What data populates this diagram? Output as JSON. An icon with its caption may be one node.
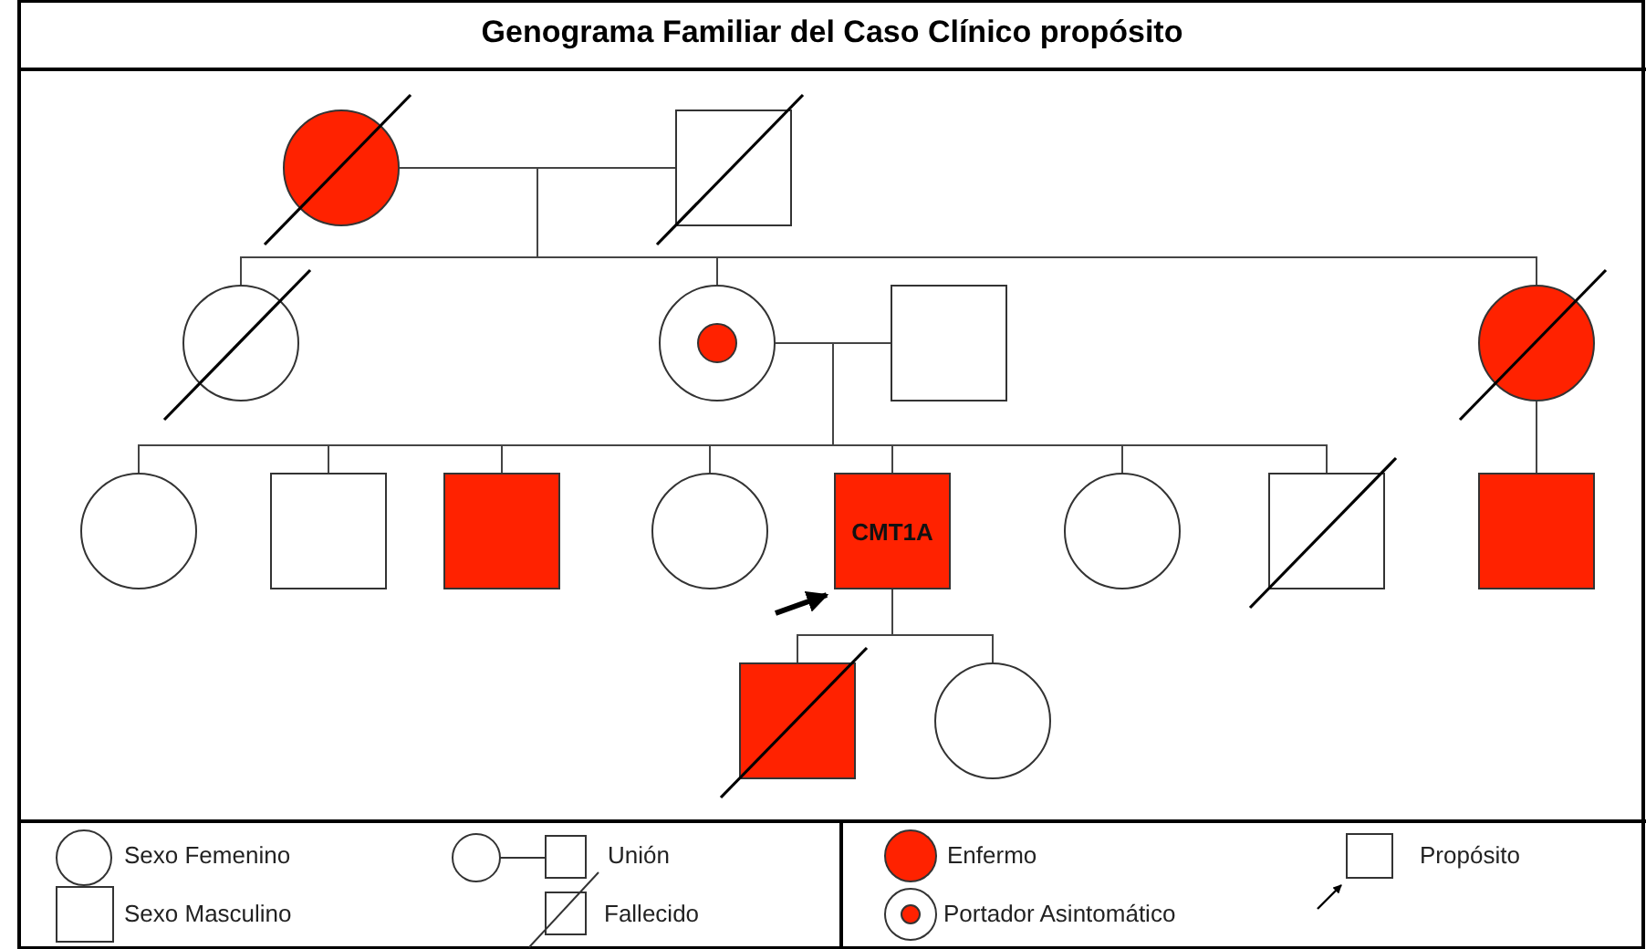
{
  "diagram": {
    "title": "Genograma Familiar del Caso Clínico propósito",
    "nodes": [
      {
        "text": [],
        "shape": "circle"
      },
      {
        "text": [],
        "shape": "box"
      },
      {
        "text": [],
        "shape": "circle"
      },
      {
        "text": [],
        "shape": "circle"
      },
      {
        "text": [],
        "shape": "box"
      },
      {
        "text": [],
        "shape": "circle"
      },
      {
        "text": [],
        "shape": "circle"
      },
      {
        "text": [],
        "shape": "box"
      },
      {
        "text": [],
        "shape": "box"
      },
      {
        "text": [],
        "shape": "circle"
      },
      {
        "text": [
          "CMT1A"
        ]
      },
      {
        "text": [],
        "shape": "circle"
      },
      {
        "text": [],
        "shape": "box"
      },
      {
        "text": [],
        "shape": "box"
      },
      {
        "text": [],
        "shape": "box"
      },
      {
        "text": [],
        "shape": "circle"
      }
    ],
    "edges": [
      {
        "from": 0,
        "to": 1,
        "arrow": "none"
      },
      {
        "from": 0,
        "to": 2,
        "arrow": "none"
      },
      {
        "from": 1,
        "to": 2,
        "arrow": "none"
      },
      {
        "from": 0,
        "to": 3,
        "arrow": "none"
      },
      {
        "from": 1,
        "to": 3,
        "arrow": "none"
      },
      {
        "from": 0,
        "to": 5,
        "arrow": "none"
      },
      {
        "from": 1,
        "to": 5,
        "arrow": "none"
      },
      {
        "from": 3,
        "to": 4,
        "arrow": "none"
      },
      {
        "from": 3,
        "to": 6,
        "arrow": "none"
      },
      {
        "from": 4,
        "to": 6,
        "arrow": "none"
      },
      {
        "from": 3,
        "to": 7,
        "arrow": "none"
      },
      {
        "from": 4,
        "to": 7,
        "arrow": "none"
      },
      {
        "from": 3,
        "to": 8,
        "arrow": "none"
      },
      {
        "from": 4,
        "to": 8,
        "arrow": "none"
      },
      {
        "from": 3,
        "to": 9,
        "arrow": "none"
      },
      {
        "from": 4,
        "to": 9,
        "arrow": "none"
      },
      {
        "from": 3,
        "to": 10,
        "arrow": "none"
      },
      {
        "from": 4,
        "to": 10,
        "arrow": "none"
      },
      {
        "from": 3,
        "to": 11,
        "arrow": "none"
      },
      {
        "from": 4,
        "to": 11,
        "arrow": "none"
      },
      {
        "from": 3,
        "to": 12,
        "arrow": "none"
      },
      {
        "from": 4,
        "to": 12,
        "arrow": "none"
      },
      {
        "from": 5,
        "to": 13,
        "arrow": "none"
      },
      {
        "from": 10,
        "to": 14,
        "arrow": "none"
      },
      {
        "from": 10,
        "to": 15,
        "arrow": "none"
      },
      {
        "from": null,
        "to": 10,
        "arrow": "to",
        "style": "thick"
      }
    ],
    "legend": [
      {
        "text": "Sexo Femenino"
      },
      {
        "text": "Sexo Masculino"
      },
      {
        "text": "Unión"
      },
      {
        "text": "Fallecido"
      },
      {
        "text": "Enfermo"
      },
      {
        "text": "Portador Asintomático"
      },
      {
        "text": "Propósito"
      }
    ]
  }
}
